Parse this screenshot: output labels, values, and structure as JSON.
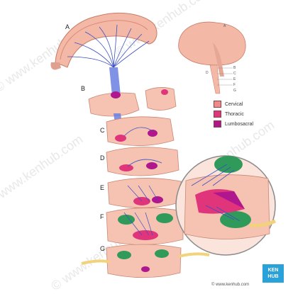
{
  "figure_labels": {
    "a": "A",
    "b": "B",
    "c": "C",
    "d": "D",
    "e": "E",
    "f": "F",
    "g": "G"
  },
  "inset_labels": {
    "a": "A",
    "b": "B",
    "c": "C",
    "d": "D",
    "e": "E",
    "f": "F",
    "g": "G"
  },
  "legend": {
    "items": [
      {
        "label": "Cervical",
        "color": "#f08a8a"
      },
      {
        "label": "Thoracic",
        "color": "#e0357a"
      },
      {
        "label": "Lumbosacral",
        "color": "#b0178f"
      }
    ]
  },
  "watermark": "© www.kenhub.com",
  "credit": "© www.kenhub.com",
  "badge": {
    "line1": "KEN",
    "line2": "HUB"
  },
  "colors": {
    "tissue": "#f4b8a6",
    "tissue_dark": "#d98a78",
    "pathway": "#3a4fc4",
    "grey_matter_green": "#2f9a5a",
    "nerve_yellow": "#f2d27a",
    "brand": "#2aa1d8"
  }
}
